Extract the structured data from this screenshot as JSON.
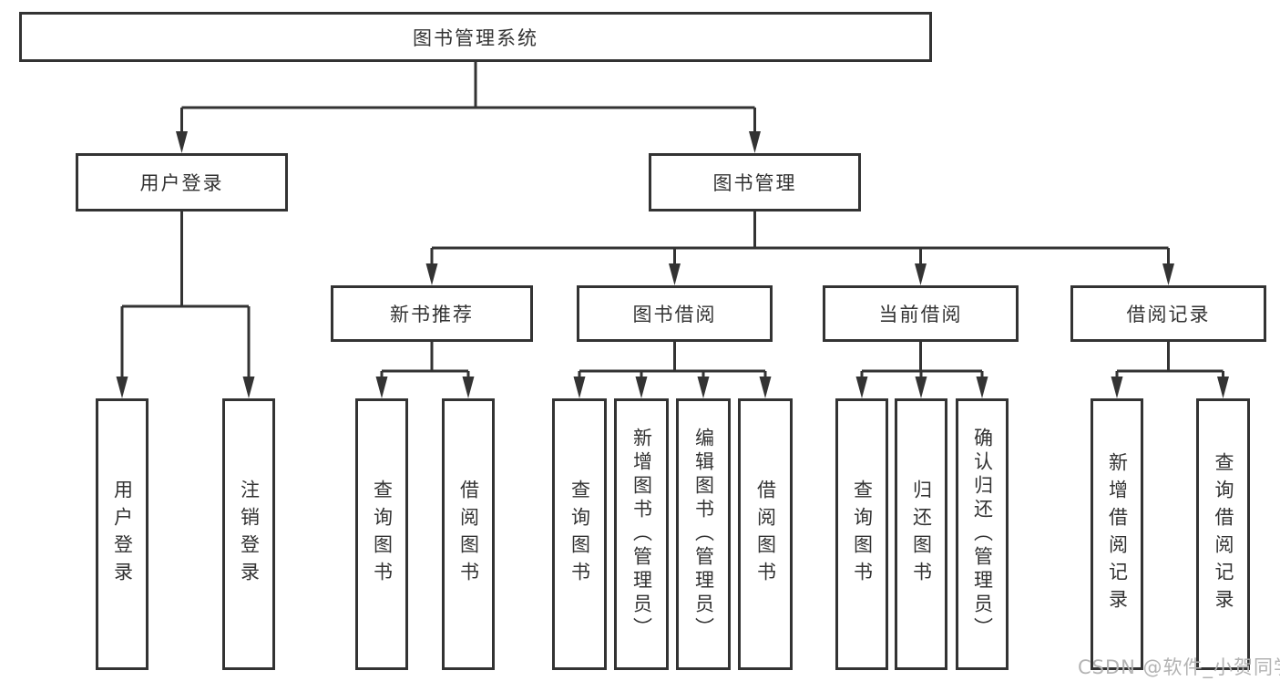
{
  "diagram": {
    "title_node": {
      "label": "图书管理系统"
    },
    "level2": [
      {
        "label": "用户登录"
      },
      {
        "label": "图书管理"
      }
    ],
    "level3": [
      {
        "label": "新书推荐"
      },
      {
        "label": "图书借阅"
      },
      {
        "label": "当前借阅"
      },
      {
        "label": "借阅记录"
      }
    ],
    "leaves": {
      "user": [
        {
          "label": "用户登录"
        },
        {
          "label": "注销登录"
        }
      ],
      "newbook": [
        {
          "label": "查询图书"
        },
        {
          "label": "借阅图书"
        }
      ],
      "borrow": [
        {
          "label": "查询图书"
        },
        {
          "label": "新增图书（管理员）"
        },
        {
          "label": "编辑图书（管理员）"
        },
        {
          "label": "借阅图书"
        }
      ],
      "current": [
        {
          "label": "查询图书"
        },
        {
          "label": "归还图书"
        },
        {
          "label": "确认归还（管理员）"
        }
      ],
      "records": [
        {
          "label": "新增借阅记录"
        },
        {
          "label": "查询借阅记录"
        }
      ]
    }
  },
  "watermark": {
    "text": "CSDN @软件_小贺同学"
  },
  "colors": {
    "line": "#333333",
    "box_border": "#333333",
    "text": "#333333",
    "watermark": "#b3b3b3",
    "background": "#ffffff"
  }
}
